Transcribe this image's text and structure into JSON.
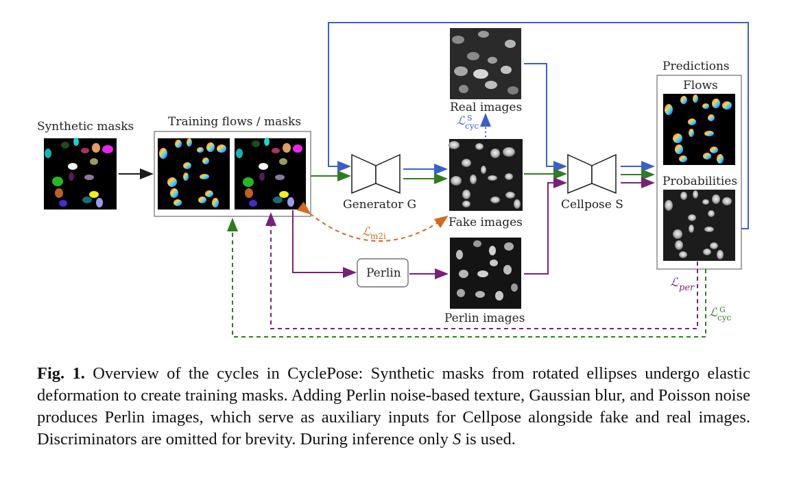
{
  "labels": {
    "synthetic_masks": "Synthetic masks",
    "training_flows_masks": "Training flows / masks",
    "real_images": "Real images",
    "fake_images": "Fake images",
    "perlin_images": "Perlin images",
    "generator": "Generator G",
    "cellpose": "Cellpose S",
    "perlin_box": "Perlin",
    "predictions": "Predictions",
    "flows": "Flows",
    "probabilities": "Probabilities"
  },
  "losses": {
    "cyc_s": "ℒcycS",
    "cyc_s_base": "ℒ",
    "cyc_s_sub": "cyc",
    "cyc_s_sup": "S",
    "m2i": "ℒm2i",
    "m2i_base": "ℒ",
    "m2i_sub": "m2i",
    "per": "ℒper",
    "per_base": "ℒ",
    "per_sub": "per",
    "cyc_g": "ℒcycG",
    "cyc_g_base": "ℒ",
    "cyc_g_sub": "cyc",
    "cyc_g_sup": "G"
  },
  "colors": {
    "blue": "#3a5fcd",
    "green": "#2e7d1f",
    "purple": "#7a1f7a",
    "orange": "#d2691e",
    "black": "#1a1a1a"
  },
  "caption": {
    "label": "Fig. 1.",
    "text_1": " Overview of the cycles in CyclePose: Synthetic masks from rotated ellipses undergo elastic deformation to create training masks. Adding Perlin noise-based texture, Gaussian blur, and Poisson noise produces Perlin images, which serve as auxiliary inputs for Cellpose alongside fake and real images. Discriminators are omitted for brevity. During inference only ",
    "italic": "S",
    "text_2": " is used."
  }
}
